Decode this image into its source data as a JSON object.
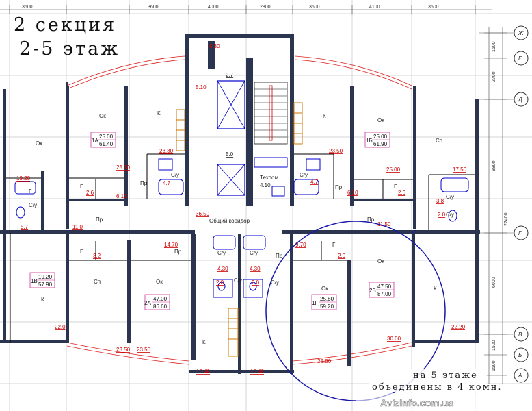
{
  "header": {
    "section_title": "2 секция",
    "floors_title": "2-5 этаж"
  },
  "top_dimensions": [
    "3600",
    "3600",
    "4000",
    "2800",
    "3600",
    "4100",
    "3600"
  ],
  "right_dimensions": [
    "1500",
    "2700",
    "8800",
    "22400",
    "6000",
    "1500",
    "1500"
  ],
  "axes": [
    "Ж",
    "Е",
    "Д",
    "Г",
    "В",
    "Б",
    "А"
  ],
  "apartments": [
    {
      "id": "1А",
      "living": "25.00",
      "total": "61.40"
    },
    {
      "id": "1Б",
      "living": "25.00",
      "total": "61.90"
    },
    {
      "id": "1В",
      "living": "19.20",
      "total": "57.90"
    },
    {
      "id": "2А",
      "living": "47.00",
      "total": "86.60"
    },
    {
      "id": "1Г",
      "living": "25.80",
      "total": "59.20"
    },
    {
      "id": "2Б",
      "living": "47.50",
      "total": "87.00"
    }
  ],
  "rooms": {
    "ok": "Ок",
    "k": "К",
    "g": "Г",
    "pr": "Пр",
    "su": "С/у",
    "sp": "Сп",
    "tech": "Техпом.",
    "corridor": "Общий коридор"
  },
  "areas": {
    "a830": "8.30",
    "a27": "2.7",
    "a510": "5.10",
    "a50": "5.0",
    "a410": "4.10",
    "a2330": "23.30",
    "a2500l": "25.00",
    "a47l": "4.7",
    "a26l": "2.6",
    "a610l": "6.10",
    "a2350t": "23.50",
    "a2500r": "25.00",
    "a47r": "4.7",
    "a610r": "6.10",
    "a26r": "2.6",
    "a1920": "19.20",
    "a57": "5.7",
    "a110": "11.0",
    "a3650": "36.50",
    "a1150": "11.50",
    "a1750": "17.50",
    "a38": "3.8",
    "a20r": "2.0",
    "a32": "3.2",
    "a1470": "14.70",
    "a430l": "4.30",
    "a20cl": "2.0",
    "a430r": "4.30",
    "a20cr": "2.0",
    "a970": "9.70",
    "a20g": "2.0",
    "a220": "22.0",
    "a2350l": "23.50",
    "a2350c": "23.50",
    "a1540l": "15.40",
    "a1540r": "15.40",
    "a2580": "25.80",
    "a3000": "30.00",
    "a2220": "22.20"
  },
  "note": {
    "line1": "на 5 этаже",
    "line2": "объединены в 4 комн."
  },
  "watermark": "AvizInfo.com.ua",
  "colors": {
    "wall": "#2b3550",
    "red_lines": "#dd2222",
    "circle": "#1a1aaa",
    "fixtures": "#0000cc",
    "kitchen": "#cc7700"
  }
}
